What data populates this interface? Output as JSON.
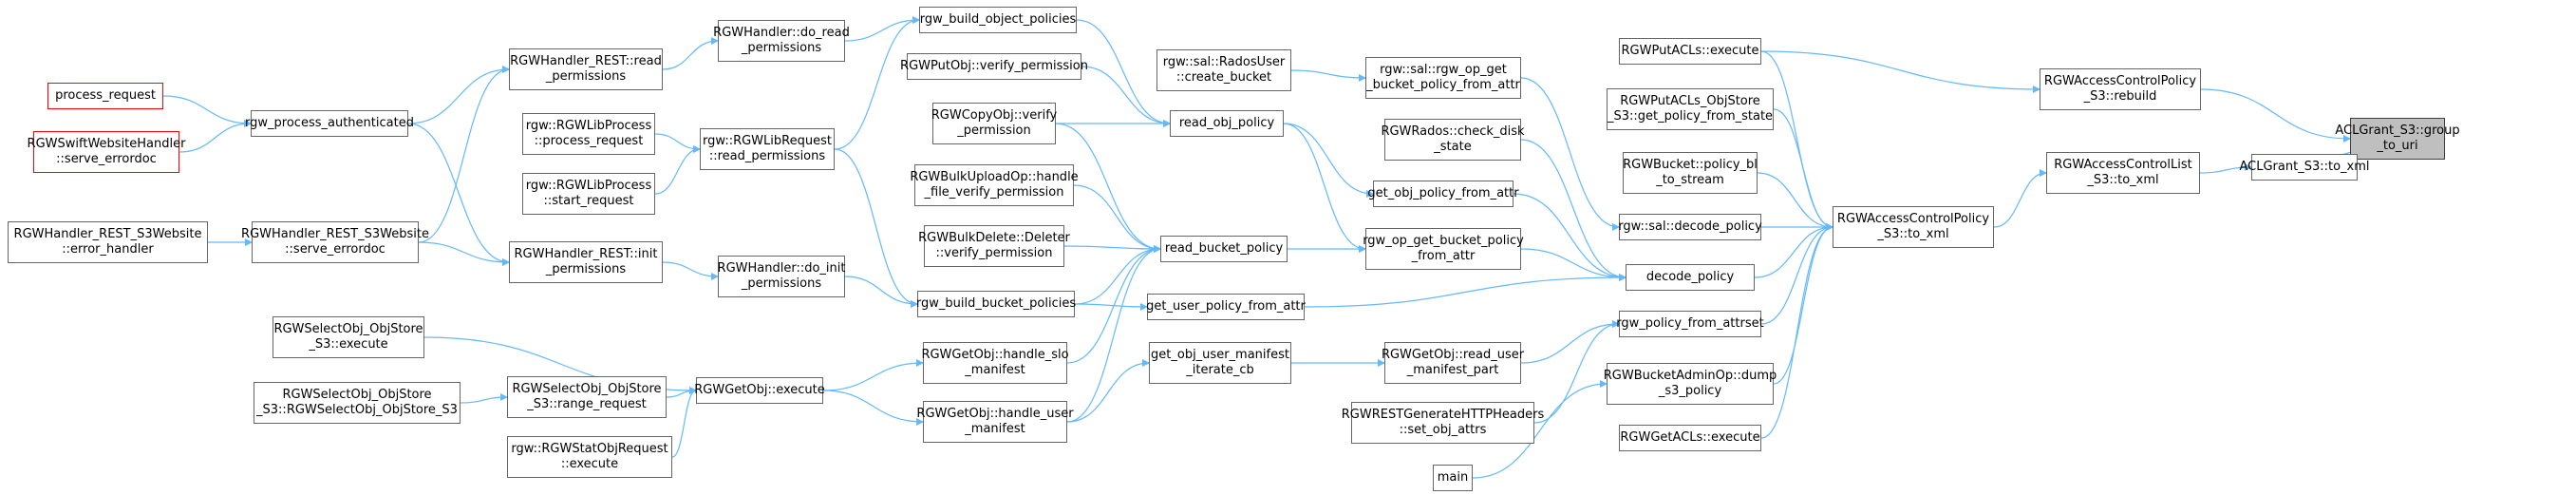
{
  "diagram": {
    "edge_color": "#63b8ff",
    "nodes": [
      {
        "id": "acl_group_to_uri",
        "lines": [
          "ACLGrant_S3::group",
          "_to_uri"
        ],
        "style": "gray"
      },
      {
        "id": "rgw_acp_s3_rebuild",
        "lines": [
          "RGWAccessControlPolicy",
          "_S3::rebuild"
        ]
      },
      {
        "id": "acl_grant_to_xml",
        "lines": [
          "ACLGrant_S3::to_xml"
        ]
      },
      {
        "id": "rgw_acl_s3_to_xml",
        "lines": [
          "RGWAccessControlList",
          "_S3::to_xml"
        ]
      },
      {
        "id": "rgw_acp_s3_to_xml",
        "lines": [
          "RGWAccessControlPolicy",
          "_S3::to_xml"
        ]
      },
      {
        "id": "rgw_put_acls_execute",
        "lines": [
          "RGWPutACLs::execute"
        ]
      },
      {
        "id": "rgw_put_acls_objstore",
        "lines": [
          "RGWPutACLs_ObjStore",
          "_S3::get_policy_from_state"
        ]
      },
      {
        "id": "rgw_bucket_policy_bl",
        "lines": [
          "RGWBucket::policy_bl",
          "_to_stream"
        ]
      },
      {
        "id": "rgw_sal_decode_policy",
        "lines": [
          "rgw::sal::decode_policy"
        ]
      },
      {
        "id": "decode_policy",
        "lines": [
          "decode_policy"
        ]
      },
      {
        "id": "rgw_policy_from_attrset",
        "lines": [
          "rgw_policy_from_attrset"
        ]
      },
      {
        "id": "rgw_bucket_admin_op_dump",
        "lines": [
          "RGWBucketAdminOp::dump",
          "_s3_policy"
        ]
      },
      {
        "id": "rgw_get_acls_execute",
        "lines": [
          "RGWGetACLs::execute"
        ]
      },
      {
        "id": "rgw_sal_rados_user",
        "lines": [
          "rgw::sal::RadosUser",
          "::create_bucket"
        ]
      },
      {
        "id": "rgw_sal_rgw_op_get_bucket_policy",
        "lines": [
          "rgw::sal::rgw_op_get",
          "_bucket_policy_from_attr"
        ]
      },
      {
        "id": "rgw_rados_check_disk",
        "lines": [
          "RGWRados::check_disk",
          "_state"
        ]
      },
      {
        "id": "get_obj_policy_from_attr",
        "lines": [
          "get_obj_policy_from_attr"
        ]
      },
      {
        "id": "rgw_op_get_bucket_policy",
        "lines": [
          "rgw_op_get_bucket_policy",
          "_from_attr"
        ]
      },
      {
        "id": "get_user_policy_from_attr",
        "lines": [
          "get_user_policy_from_attr"
        ]
      },
      {
        "id": "rgw_get_obj_read_user_manifest_part",
        "lines": [
          "RGWGetObj::read_user",
          "_manifest_part"
        ]
      },
      {
        "id": "rgw_rest_generate_http_headers",
        "lines": [
          "RGWRESTGenerateHTTPHeaders",
          "::set_obj_attrs"
        ]
      },
      {
        "id": "main",
        "lines": [
          "main"
        ]
      },
      {
        "id": "read_obj_policy",
        "lines": [
          "read_obj_policy"
        ]
      },
      {
        "id": "read_bucket_policy",
        "lines": [
          "read_bucket_policy"
        ]
      },
      {
        "id": "get_obj_user_manifest_iterate_cb",
        "lines": [
          "get_obj_user_manifest",
          "_iterate_cb"
        ]
      },
      {
        "id": "rgw_build_object_policies",
        "lines": [
          "rgw_build_object_policies"
        ]
      },
      {
        "id": "rgw_put_obj_verify_permission",
        "lines": [
          "RGWPutObj::verify_permission"
        ]
      },
      {
        "id": "rgw_copy_obj_verify_permission",
        "lines": [
          "RGWCopyObj::verify",
          "_permission"
        ]
      },
      {
        "id": "rgw_bulk_upload_op",
        "lines": [
          "RGWBulkUploadOp::handle",
          "_file_verify_permission"
        ]
      },
      {
        "id": "rgw_bulk_delete",
        "lines": [
          "RGWBulkDelete::Deleter",
          "::verify_permission"
        ]
      },
      {
        "id": "rgw_build_bucket_policies",
        "lines": [
          "rgw_build_bucket_policies"
        ]
      },
      {
        "id": "rgw_get_obj_handle_slo",
        "lines": [
          "RGWGetObj::handle_slo",
          "_manifest"
        ]
      },
      {
        "id": "rgw_get_obj_handle_user",
        "lines": [
          "RGWGetObj::handle_user",
          "_manifest"
        ]
      },
      {
        "id": "rgw_handler_do_read",
        "lines": [
          "RGWHandler::do_read",
          "_permissions"
        ]
      },
      {
        "id": "rgw_lib_request_read",
        "lines": [
          "rgw::RGWLibRequest",
          "::read_permissions"
        ]
      },
      {
        "id": "rgw_handler_do_init",
        "lines": [
          "RGWHandler::do_init",
          "_permissions"
        ]
      },
      {
        "id": "rgw_get_obj_execute",
        "lines": [
          "RGWGetObj::execute"
        ]
      },
      {
        "id": "rgw_handler_rest_read",
        "lines": [
          "RGWHandler_REST::read",
          "_permissions"
        ]
      },
      {
        "id": "rgw_lib_process_process_request",
        "lines": [
          "rgw::RGWLibProcess",
          "::process_request"
        ]
      },
      {
        "id": "rgw_lib_process_start_request",
        "lines": [
          "rgw::RGWLibProcess",
          "::start_request"
        ]
      },
      {
        "id": "rgw_handler_rest_init",
        "lines": [
          "RGWHandler_REST::init",
          "_permissions"
        ]
      },
      {
        "id": "rgw_select_obj_range_request",
        "lines": [
          "RGWSelectObj_ObjStore",
          "_S3::range_request"
        ]
      },
      {
        "id": "rgw_stat_obj_request",
        "lines": [
          "rgw::RGWStatObjRequest",
          "::execute"
        ]
      },
      {
        "id": "rgw_process_authenticated",
        "lines": [
          "rgw_process_authenticated"
        ]
      },
      {
        "id": "rgw_handler_rest_s3website_serve",
        "lines": [
          "RGWHandler_REST_S3Website",
          "::serve_errordoc"
        ]
      },
      {
        "id": "rgw_select_obj_execute",
        "lines": [
          "RGWSelectObj_ObjStore",
          "_S3::execute"
        ]
      },
      {
        "id": "rgw_select_obj_ctor",
        "lines": [
          "RGWSelectObj_ObjStore",
          "_S3::RGWSelectObj_ObjStore_S3"
        ]
      },
      {
        "id": "process_request",
        "lines": [
          "process_request"
        ],
        "style": "red"
      },
      {
        "id": "rgw_swift_website_handler",
        "lines": [
          "RGWSwiftWebsiteHandler",
          "::serve_errordoc"
        ],
        "style": "red"
      },
      {
        "id": "rgw_handler_rest_s3website_error",
        "lines": [
          "RGWHandler_REST_S3Website",
          "::error_handler"
        ]
      }
    ],
    "edges": [
      [
        "rgw_acp_s3_rebuild",
        "acl_group_to_uri"
      ],
      [
        "acl_grant_to_xml",
        "acl_group_to_uri"
      ],
      [
        "rgw_put_acls_execute",
        "rgw_acp_s3_rebuild"
      ],
      [
        "rgw_acl_s3_to_xml",
        "acl_grant_to_xml"
      ],
      [
        "rgw_acp_s3_to_xml",
        "rgw_acl_s3_to_xml"
      ],
      [
        "rgw_put_acls_execute",
        "rgw_acp_s3_to_xml"
      ],
      [
        "rgw_put_acls_objstore",
        "rgw_acp_s3_to_xml"
      ],
      [
        "rgw_bucket_policy_bl",
        "rgw_acp_s3_to_xml"
      ],
      [
        "rgw_sal_decode_policy",
        "rgw_acp_s3_to_xml"
      ],
      [
        "decode_policy",
        "rgw_acp_s3_to_xml"
      ],
      [
        "rgw_policy_from_attrset",
        "rgw_acp_s3_to_xml"
      ],
      [
        "rgw_bucket_admin_op_dump",
        "rgw_acp_s3_to_xml"
      ],
      [
        "rgw_get_acls_execute",
        "rgw_acp_s3_to_xml"
      ],
      [
        "rgw_sal_rgw_op_get_bucket_policy",
        "rgw_sal_decode_policy"
      ],
      [
        "rgw_sal_rados_user",
        "rgw_sal_rgw_op_get_bucket_policy"
      ],
      [
        "rgw_rados_check_disk",
        "decode_policy"
      ],
      [
        "get_obj_policy_from_attr",
        "decode_policy"
      ],
      [
        "rgw_op_get_bucket_policy",
        "decode_policy"
      ],
      [
        "get_user_policy_from_attr",
        "decode_policy"
      ],
      [
        "rgw_get_obj_read_user_manifest_part",
        "rgw_policy_from_attrset"
      ],
      [
        "rgw_rest_generate_http_headers",
        "rgw_policy_from_attrset"
      ],
      [
        "main",
        "rgw_bucket_admin_op_dump"
      ],
      [
        "read_obj_policy",
        "get_obj_policy_from_attr"
      ],
      [
        "read_obj_policy",
        "rgw_op_get_bucket_policy"
      ],
      [
        "read_bucket_policy",
        "rgw_op_get_bucket_policy"
      ],
      [
        "get_obj_user_manifest_iterate_cb",
        "rgw_get_obj_read_user_manifest_part"
      ],
      [
        "rgw_build_object_policies",
        "read_obj_policy"
      ],
      [
        "rgw_put_obj_verify_permission",
        "read_obj_policy"
      ],
      [
        "rgw_copy_obj_verify_permission",
        "read_obj_policy"
      ],
      [
        "rgw_copy_obj_verify_permission",
        "read_bucket_policy"
      ],
      [
        "rgw_bulk_upload_op",
        "read_bucket_policy"
      ],
      [
        "rgw_bulk_delete",
        "read_bucket_policy"
      ],
      [
        "rgw_build_bucket_policies",
        "read_bucket_policy"
      ],
      [
        "rgw_build_bucket_policies",
        "get_user_policy_from_attr"
      ],
      [
        "rgw_get_obj_handle_slo",
        "read_bucket_policy"
      ],
      [
        "rgw_get_obj_handle_user",
        "read_bucket_policy"
      ],
      [
        "rgw_get_obj_handle_user",
        "get_obj_user_manifest_iterate_cb"
      ],
      [
        "rgw_handler_do_read",
        "rgw_build_object_policies"
      ],
      [
        "rgw_lib_request_read",
        "rgw_build_object_policies"
      ],
      [
        "rgw_lib_request_read",
        "rgw_build_bucket_policies"
      ],
      [
        "rgw_handler_do_init",
        "rgw_build_bucket_policies"
      ],
      [
        "rgw_get_obj_execute",
        "rgw_get_obj_handle_slo"
      ],
      [
        "rgw_get_obj_execute",
        "rgw_get_obj_handle_user"
      ],
      [
        "rgw_handler_rest_read",
        "rgw_handler_do_read"
      ],
      [
        "rgw_lib_process_process_request",
        "rgw_lib_request_read"
      ],
      [
        "rgw_lib_process_start_request",
        "rgw_lib_request_read"
      ],
      [
        "rgw_handler_rest_init",
        "rgw_handler_do_init"
      ],
      [
        "rgw_select_obj_execute",
        "rgw_get_obj_execute"
      ],
      [
        "rgw_select_obj_range_request",
        "rgw_get_obj_execute"
      ],
      [
        "rgw_stat_obj_request",
        "rgw_get_obj_execute"
      ],
      [
        "rgw_process_authenticated",
        "rgw_handler_rest_read"
      ],
      [
        "rgw_process_authenticated",
        "rgw_handler_rest_init"
      ],
      [
        "rgw_handler_rest_s3website_serve",
        "rgw_handler_rest_read"
      ],
      [
        "rgw_handler_rest_s3website_serve",
        "rgw_handler_rest_init"
      ],
      [
        "rgw_select_obj_ctor",
        "rgw_select_obj_range_request"
      ],
      [
        "process_request",
        "rgw_process_authenticated"
      ],
      [
        "rgw_swift_website_handler",
        "rgw_process_authenticated"
      ],
      [
        "rgw_handler_rest_s3website_error",
        "rgw_handler_rest_s3website_serve"
      ]
    ]
  }
}
